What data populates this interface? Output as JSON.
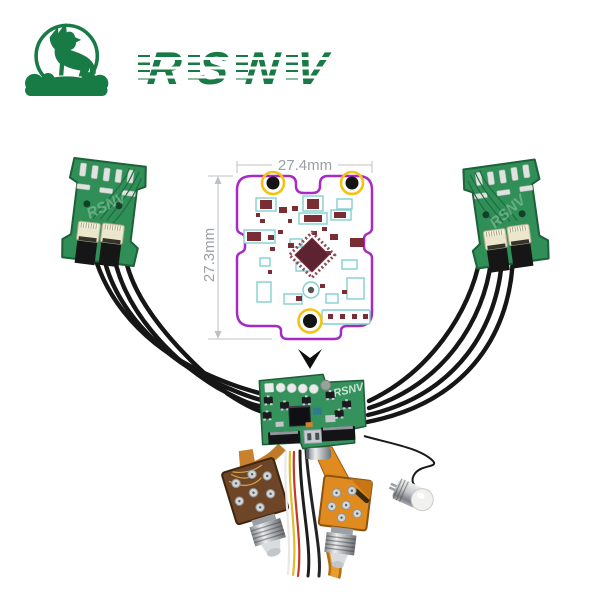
{
  "brand": {
    "name": "RSNV",
    "letters": [
      "R",
      "S",
      "N",
      "V"
    ],
    "logo_green": "#187A44"
  },
  "diagram": {
    "width_label": "27.4mm",
    "height_label": "27.3mm",
    "outline_color": "#A82AC4",
    "hole_highlight_color": "#F5C211",
    "dimension_text_color": "#9AA0A6"
  },
  "product": {
    "watermark": "RSNV",
    "center_board_silkscreen": "RSNV"
  }
}
